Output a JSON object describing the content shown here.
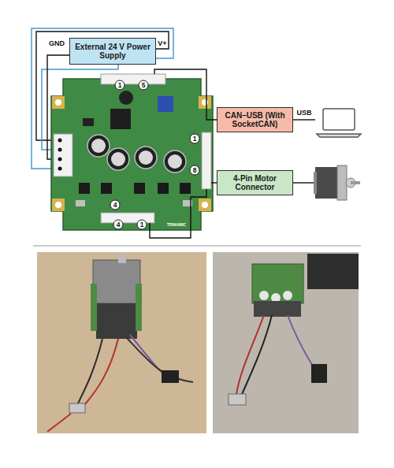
{
  "diagram": {
    "nodes": [
      {
        "text": [
          "External 24 V Power Supply"
        ]
      },
      {
        "text": [
          "CAN–USB (With SocketCAN)"
        ]
      },
      {
        "text": [
          "4-Pin Motor Connector"
        ]
      }
    ],
    "labels": [
      "GND",
      "V+",
      "USB",
      "1",
      "5",
      "1",
      "8",
      "4",
      "4",
      "1",
      "TRINAMIC"
    ]
  }
}
